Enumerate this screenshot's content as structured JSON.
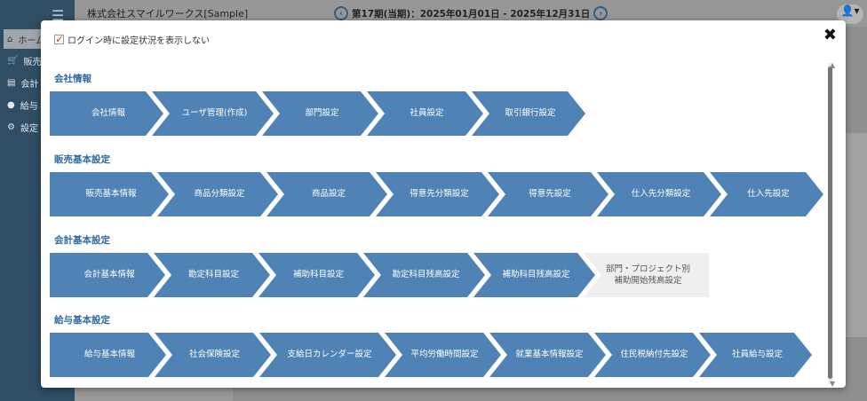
{
  "header": {
    "company": "株式会社スマイルワークス[Sample]",
    "period": "第17期(当期)：2025年01月01日 - 2025年12月31日"
  },
  "sidebar": {
    "items": [
      {
        "label": "ホーム"
      },
      {
        "label": "販売"
      },
      {
        "label": "会計"
      },
      {
        "label": "給与"
      },
      {
        "label": "設定"
      }
    ]
  },
  "modal": {
    "checkbox_label": "ログイン時に設定状況を表示しない",
    "checkbox_checked": true,
    "sections": [
      {
        "title": "会社情報",
        "steps": [
          "会社情報",
          "ユーザ管理(作成)",
          "部門設定",
          "社員設定",
          "取引銀行設定"
        ]
      },
      {
        "title": "販売基本設定",
        "steps": [
          "販売基本情報",
          "商品分類設定",
          "商品設定",
          "得意先分類設定",
          "得意先設定",
          "仕入先分類設定",
          "仕入先設定"
        ]
      },
      {
        "title": "会計基本設定",
        "steps": [
          "会計基本情報",
          "勘定科目設定",
          "補助科目設定",
          "勘定科目残高設定",
          "補助科目残高設定",
          "部門・プロジェクト別\n補助開始残高設定"
        ]
      },
      {
        "title": "給与基本設定",
        "steps": [
          "給与基本情報",
          "社会保険設定",
          "支給日カレンダー設定",
          "平均労働時間設定",
          "就業基本情報設定",
          "住民税納付先設定",
          "社員給与設定"
        ]
      }
    ]
  },
  "colors": {
    "step": "#4f83b6",
    "step_inactive": "#efefef",
    "title": "#2e6aa1"
  }
}
